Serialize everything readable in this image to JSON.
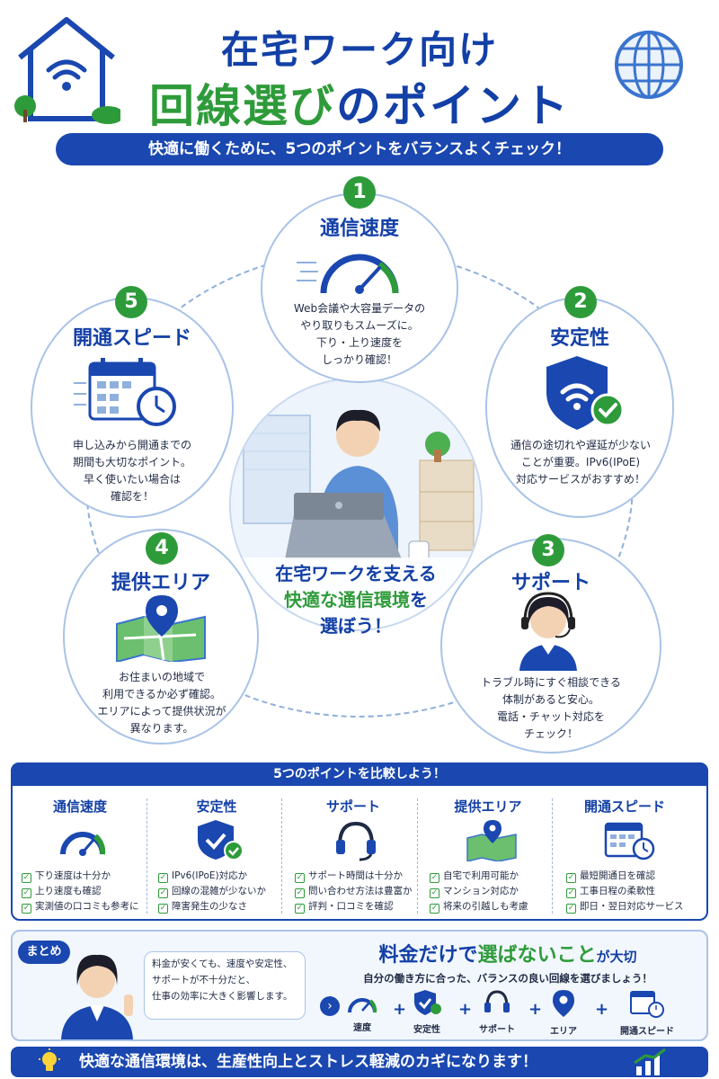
{
  "header": {
    "title_line1": "在宅ワーク向け",
    "title_line2_a": "回線選び",
    "title_line2_b": "のポイント",
    "subtitle": "快適に働くために、5つのポイントをバランスよくチェック！"
  },
  "points": [
    {
      "number": "1",
      "title": "通信速度",
      "description": "Web会議や大容量データの\nやり取りもスムーズに。\n下り・上り速度を\nしっかり確認！",
      "icon": "speedometer-icon"
    },
    {
      "number": "2",
      "title": "安定性",
      "description": "通信の途切れや遅延が少ない\nことが重要。IPv6(IPoE)\n対応サービスがおすすめ！",
      "icon": "shield-wifi-icon"
    },
    {
      "number": "3",
      "title": "サポート",
      "description": "トラブル時にすぐ相談できる\n体制があると安心。\n電話・チャット対応を\nチェック！",
      "icon": "operator-icon"
    },
    {
      "number": "4",
      "title": "提供エリア",
      "description": "お住まいの地域で\n利用できるか必ず確認。\nエリアによって提供状況が\n異なります。",
      "icon": "map-pin-icon"
    },
    {
      "number": "5",
      "title": "開通スピード",
      "description": "申し込みから開通までの\n期間も大切なポイント。\n早く使いたい場合は\n確認を！",
      "icon": "calendar-clock-icon"
    }
  ],
  "center": {
    "line1": "在宅ワークを支える",
    "line2_green": "快適な通信環境",
    "line2_rest": "を",
    "line3": "選ぼう！"
  },
  "comparison": {
    "heading": "5つのポイントを比較しよう！",
    "columns": [
      {
        "title": "通信速度",
        "items": [
          "下り速度は十分か",
          "上り速度も確認",
          "実測値の口コミも参考に"
        ]
      },
      {
        "title": "安定性",
        "items": [
          "IPv6(IPoE)対応か",
          "回線の混雑が少ないか",
          "障害発生の少なさ"
        ]
      },
      {
        "title": "サポート",
        "items": [
          "サポート時間は十分か",
          "問い合わせ方法は豊富か",
          "評判・口コミを確認"
        ]
      },
      {
        "title": "提供エリア",
        "items": [
          "自宅で利用可能か",
          "マンション対応か",
          "将来の引越しも考慮"
        ]
      },
      {
        "title": "開通スピード",
        "items": [
          "最短開通日を確認",
          "工事日程の柔軟性",
          "即日・翌日対応サービス"
        ]
      }
    ]
  },
  "summary": {
    "tag": "まとめ",
    "bubble": "料金が安くても、速度や安定性、\nサポートが不十分だと、\n仕事の効率に大きく影響します。",
    "headline_a": "料金だけで",
    "headline_green": "選ばないこと",
    "headline_b": "が大切",
    "sub": "自分の働き方に合った、バランスの良い回線を選びましょう！",
    "chain": [
      "速度",
      "安定性",
      "サポート",
      "エリア",
      "開通スピード"
    ],
    "arrow": "›",
    "plus": "+"
  },
  "footer": {
    "text": "快適な通信環境は、生産性向上とストレス軽減のカギになります！"
  },
  "colors": {
    "brand_blue": "#1a47b0",
    "title_blue": "#1340a6",
    "accent_green": "#2e9b3a",
    "border_light": "#a9c3e8"
  }
}
